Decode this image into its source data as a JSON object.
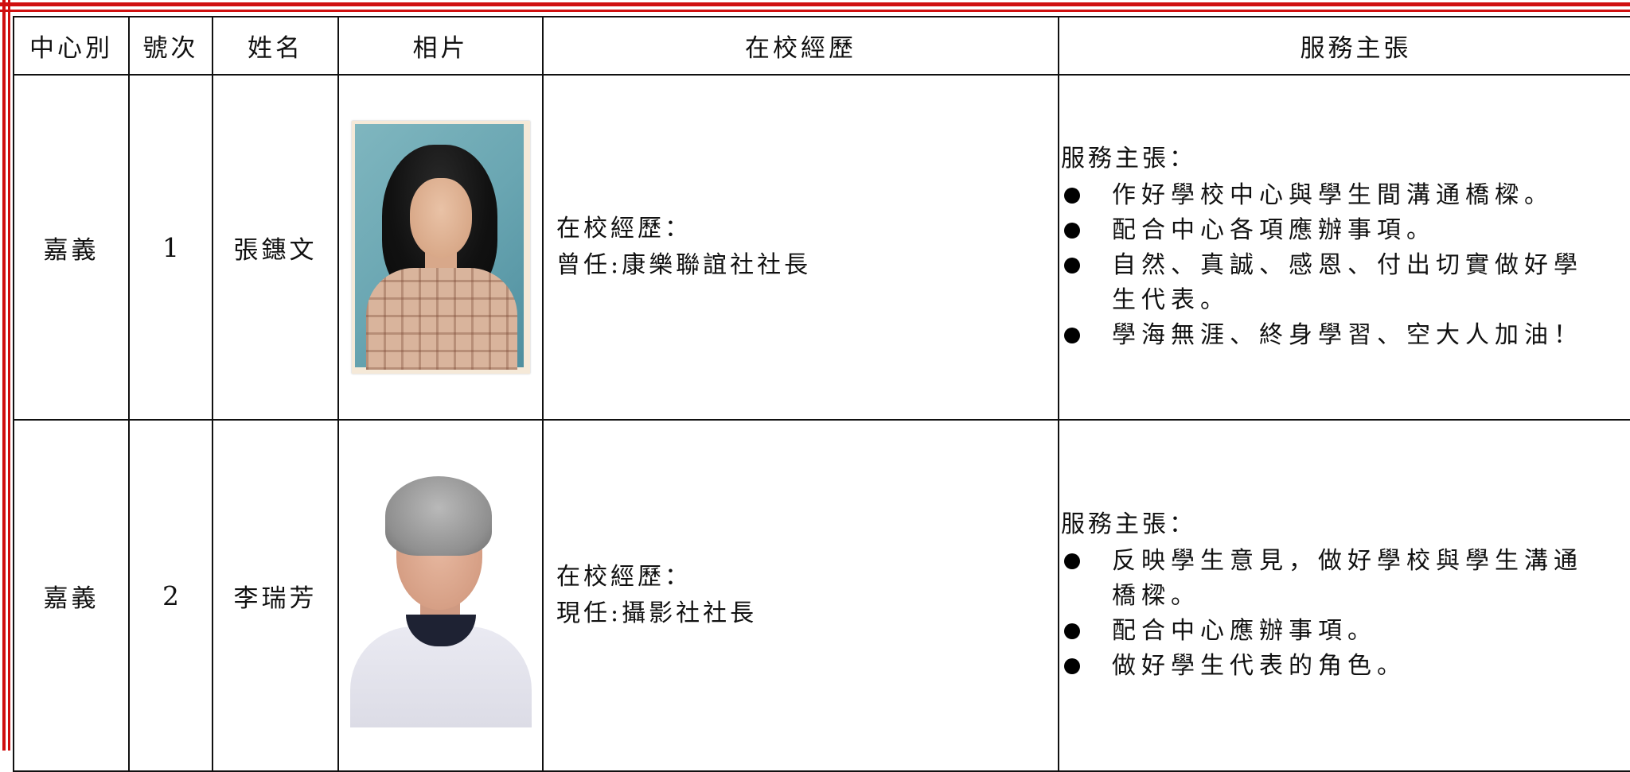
{
  "headers": {
    "center": "中心別",
    "number": "號次",
    "name": "姓名",
    "photo": "相片",
    "history": "在校經歷",
    "platform": "服務主張"
  },
  "candidates": [
    {
      "center": "嘉義",
      "number": "1",
      "name": "張鏸文",
      "history_heading": "在校經歷：",
      "history_line": "曾任:康樂聯誼社社長",
      "platform_heading": "服務主張：",
      "platform_items": [
        "作好學校中心與學生間溝通橋樑。",
        "配合中心各項應辦事項。",
        "自然、真誠、感恩、付出切實做好學生代表。",
        "學海無涯、終身學習、空大人加油！"
      ]
    },
    {
      "center": "嘉義",
      "number": "2",
      "name": "李瑞芳",
      "history_heading": "在校經歷：",
      "history_line": "現任:攝影社社長",
      "platform_heading": "服務主張：",
      "platform_items": [
        "反映學生意見，做好學校與學生溝通橋樑。",
        "配合中心應辦事項。",
        "做好學生代表的角色。"
      ]
    }
  ],
  "colors": {
    "frame_red": "#d01010",
    "border": "#111111"
  }
}
